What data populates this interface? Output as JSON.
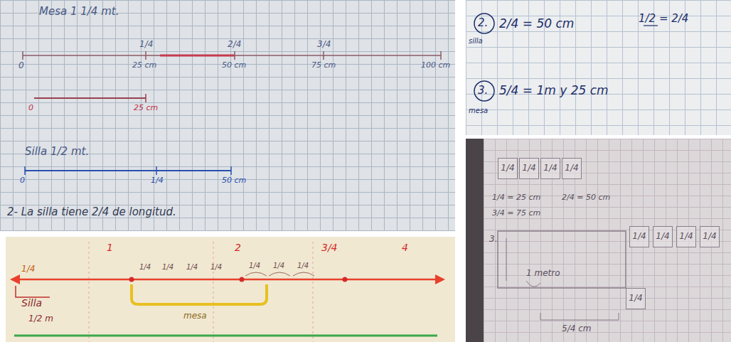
{
  "diagram": {
    "nodes": [
      {
        "text": [
          "1/4"
        ]
      },
      {
        "text": [
          "1/4"
        ]
      },
      {
        "text": [
          "1/4"
        ]
      },
      {
        "text": [
          "1/4"
        ]
      },
      {
        "text": [
          "1/4"
        ]
      },
      {
        "text": [
          "1/4"
        ]
      },
      {
        "text": [
          "1/4"
        ]
      },
      {
        "text": [
          "1/4"
        ]
      },
      {
        "text": [
          "1/4"
        ]
      }
    ],
    "labels": [
      "Mesa 1 1/4 mt.",
      "0",
      "1/4",
      "25 cm",
      "2/4",
      "50 cm",
      "3/4",
      "75 cm",
      "100 cm",
      "0",
      "25 cm",
      "Silla 1/2 mt.",
      "0",
      "1/4",
      "50 cm",
      "2- La silla tiene 2/4 de longitud.",
      "1",
      "2",
      "3/4",
      "4",
      "1/4",
      "Silla",
      "1/2 m",
      "1/4",
      "1/4",
      "1/4",
      "1/4",
      "1/4",
      "1/4",
      "1/4",
      "mesa",
      "2.",
      "silla",
      "2/4 = 50 cm",
      "1/2 = 2/4",
      "3.",
      "mesa",
      "5/4 = 1m y 25 cm",
      "1/4 = 25 cm",
      "2/4 = 50 cm",
      "3/4 = 75 cm",
      "3.",
      "1 metro",
      "5/4 cm"
    ]
  }
}
